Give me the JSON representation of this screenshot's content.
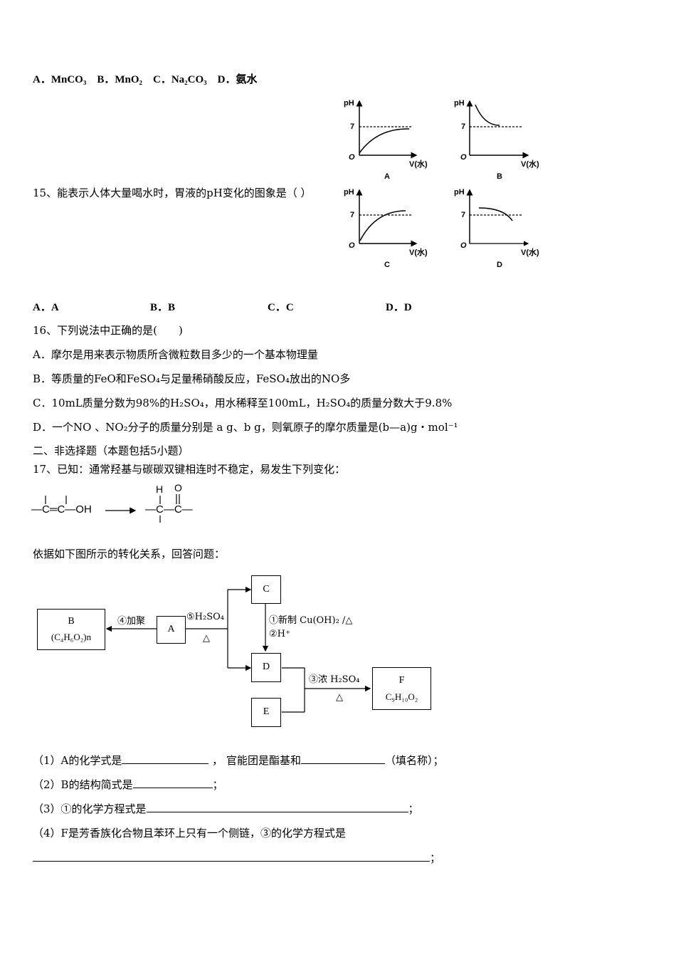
{
  "q14_options": "A．MnCO₃　B．MnO₂　C．Na₂CO₃　D．氨水",
  "q15": {
    "stem": "15、能表示人体大量喝水时，胃液的pH变化的图象是（ ）",
    "graph_ph": "pH",
    "graph_seven": "7",
    "graph_origin": "O",
    "graph_xaxis": "V(水)",
    "graph_names": [
      "A",
      "B",
      "C",
      "D"
    ],
    "options": [
      "A．A",
      "B．B",
      "C．C",
      "D．D"
    ]
  },
  "q16": {
    "stem": "16、下列说法中正确的是(　　)",
    "a": "A．摩尔是用来表示物质所含微粒数目多少的一个基本物理量",
    "b": "B．等质量的FeO和FeSO₄与足量稀硝酸反应，FeSO₄放出的NO多",
    "c": "C．10mL质量分数为98%的H₂SO₄，用水稀释至100mL，H₂SO₄的质量分数大于9.8%",
    "d": "D．一个NO 、NO₂分子的质量分别是 a g、b g，则氧原子的摩尔质量是(b—a)g・mol⁻¹"
  },
  "section2": "二、非选择题（本题包括5小题）",
  "q17": {
    "intro": "17、已知：通常羟基与碳碳双键相连时不稳定，易发生下列变化：",
    "reaction_left": "—C═C—OH",
    "reaction_right_h": "H",
    "reaction_right_o": "O",
    "reaction_right": "—C—C—",
    "transition": "依据如下图所示的转化关系，回答问题：",
    "boxes": {
      "b_label": "B",
      "b_formula": "(C₄H₆O₂)n",
      "a": "A",
      "c": "C",
      "d": "D",
      "e": "E",
      "f_label": "F",
      "f_formula": "C₉H₁₀O₂"
    },
    "arrows": {
      "four": "④加聚",
      "five": "⑤H₂SO₄",
      "five_heat": "△",
      "one": "①新制 Cu(OH)₂ /△",
      "two": "②H⁺",
      "three": "③浓 H₂SO₄",
      "three_heat": "△"
    },
    "sub1_a": "（1）A的化学式是",
    "sub1_b": "， 官能团是酯基和",
    "sub1_c": "（填名称）；",
    "sub2_a": "（2）B的结构简式是",
    "sub2_b": "；",
    "sub3_a": "（3）①的化学方程式是",
    "sub3_b": "；",
    "sub4": "（4）F是芳香族化合物且苯环上只有一个侧链，③的化学方程式是",
    "sub4_end": "；"
  }
}
